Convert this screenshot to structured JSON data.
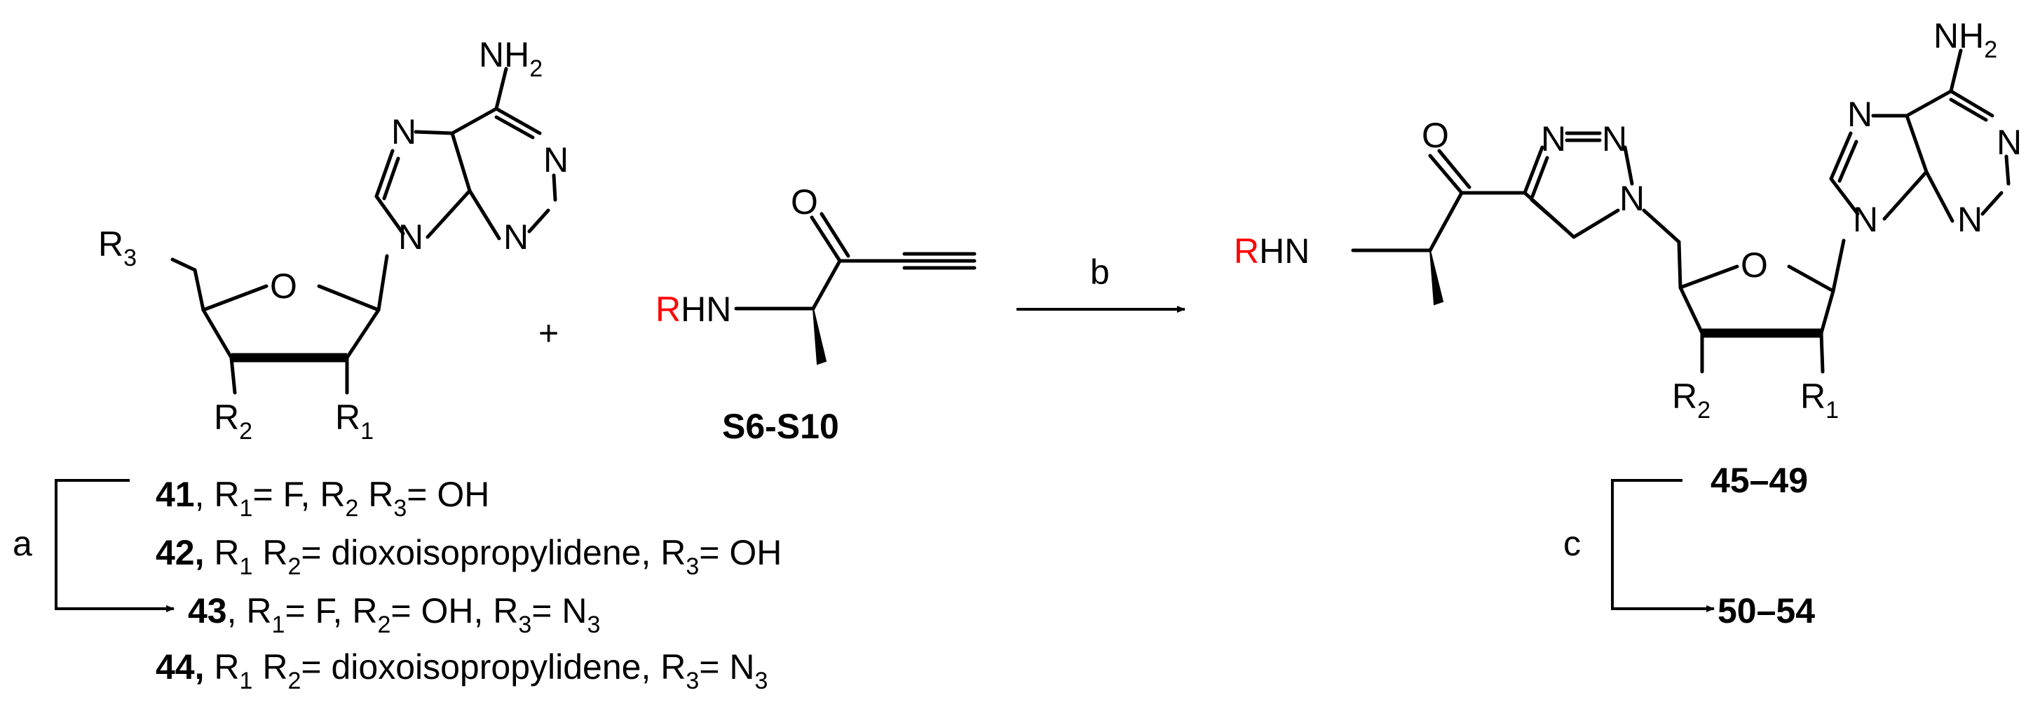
{
  "atoms": {
    "nh2": "NH",
    "sub2": "2",
    "n": "N",
    "o": "O",
    "r": "R",
    "r_letter": "R",
    "hn": "HN",
    "sub1": "1",
    "sub3": "3"
  },
  "plus": "+",
  "alkyne_label": "S6-S10",
  "arrows": {
    "a": "a",
    "b": "b",
    "c": "c"
  },
  "compounds": {
    "c41": {
      "num": "41",
      "text_a": ", R",
      "text_b": "= F, R",
      "text_c": "R",
      "text_d": "= OH"
    },
    "c42": {
      "num": "42,",
      "text_a": "R",
      "text_b": "R",
      "text_c": "= dioxoisopropylidene, R",
      "text_d": "= OH"
    },
    "c43": {
      "num": "43",
      "text_a": ", R",
      "text_b": "= F, R",
      "text_c": "= OH, R",
      "text_d": "= N"
    },
    "c44": {
      "num": "44,",
      "text_a": "R",
      "text_b": "R",
      "text_c": "= dioxoisopropylidene, R",
      "text_d": "= N"
    },
    "range1": "45–49",
    "range2": "50–54"
  }
}
